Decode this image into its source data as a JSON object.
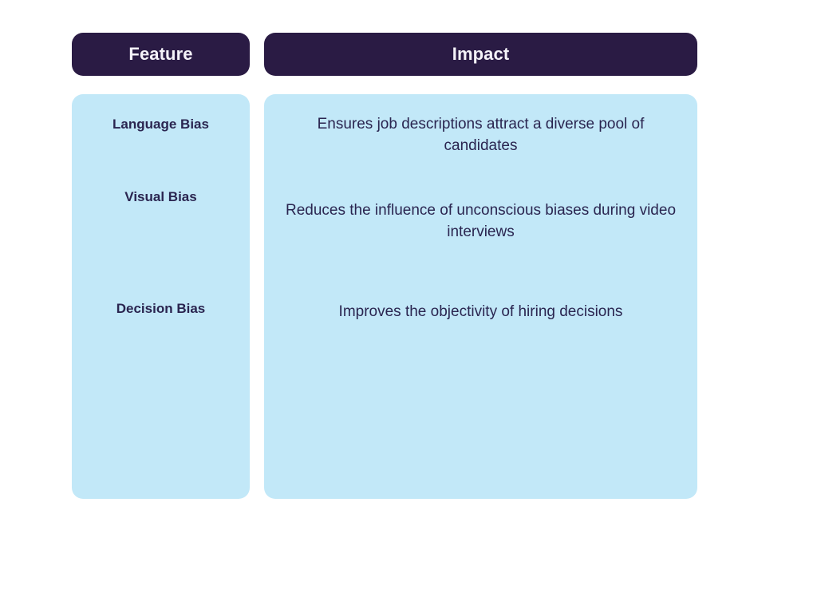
{
  "page": {
    "background_color": "#FFFFFF",
    "header_color": "#2A1B44",
    "panel_color": "#C2E8F8",
    "header_text_color": "#F4F2F8",
    "body_text_color": "#2A2550"
  },
  "table": {
    "columns": [
      {
        "key": "feature",
        "header": "Feature"
      },
      {
        "key": "impact",
        "header": "Impact"
      }
    ],
    "rows": [
      {
        "feature": "Language Bias",
        "impact": "Ensures job descriptions attract a diverse pool of candidates"
      },
      {
        "feature": "Visual Bias",
        "impact": "Reduces the influence of unconscious biases during video interviews"
      },
      {
        "feature": "Decision Bias",
        "impact": "Improves the objectivity of hiring decisions"
      }
    ]
  }
}
